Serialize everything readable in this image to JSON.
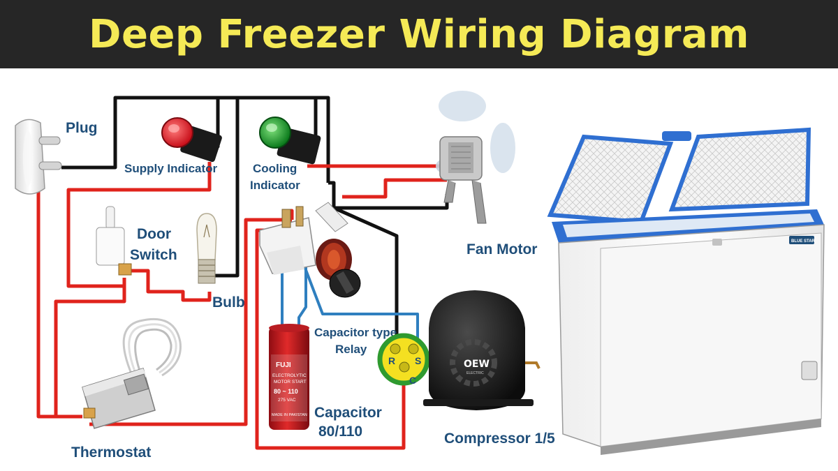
{
  "title": "Deep Freezer Wiring Diagram",
  "labels": {
    "plug": "Plug",
    "supply_indicator": "Supply Indicator",
    "cooling_line1": "Cooling",
    "cooling_line2": "Indicator",
    "door_line1": "Door",
    "door_line2": "Switch",
    "bulb": "Bulb",
    "fan_motor": "Fan Motor",
    "relay_line1": "Capacitor type",
    "relay_line2": "Relay",
    "capacitor_line1": "Capacitor",
    "capacitor_line2": "80/110",
    "compressor": "Compressor 1/5",
    "thermostat": "Thermostat"
  },
  "terminals": {
    "r": "R",
    "s": "S",
    "c": "C"
  },
  "capacitor_print": {
    "brand": "FUJI",
    "line1": "ELECTROLYTIC",
    "line2": "MOTOR START",
    "line3": "80 ~ 110",
    "line4": "275 VAC",
    "line5": "MADE IN PAKISTAN"
  },
  "compressor_logo": {
    "text": "OEW",
    "sub": "ELECTRIC"
  },
  "freezer_brand": "BLUE STAR",
  "colors": {
    "title_bg": "#262626",
    "title_text": "#f5ea56",
    "label": "#1f4e79",
    "wire_red": "#e0231c",
    "wire_black": "#111111",
    "wire_blue": "#2f7fbf",
    "freezer_blue": "#2f6fd1"
  }
}
